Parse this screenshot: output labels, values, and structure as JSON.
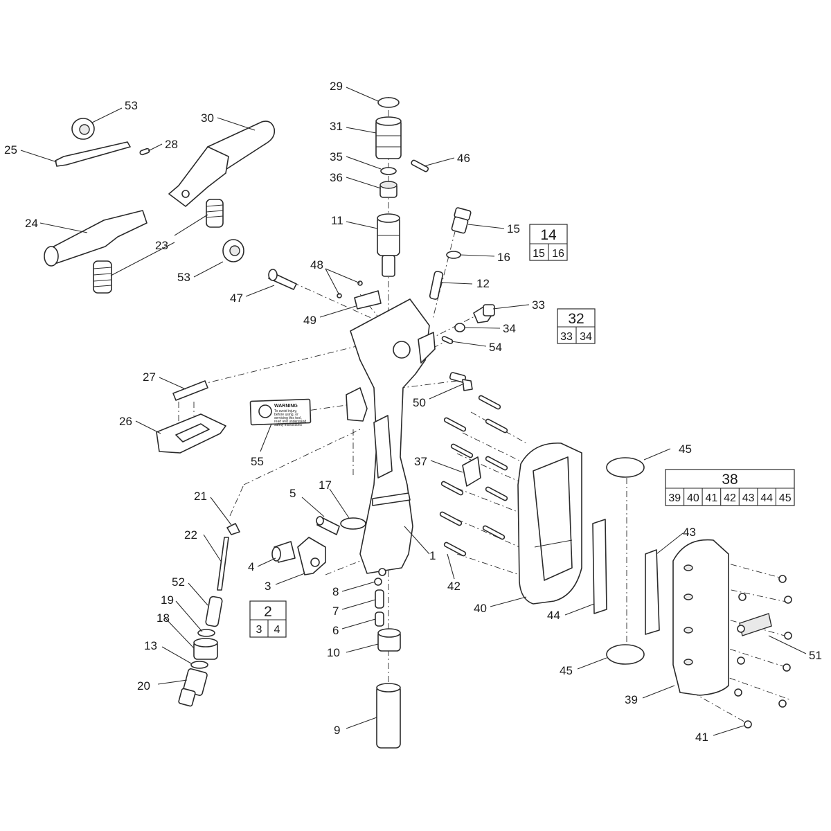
{
  "callouts": [
    {
      "id": "29",
      "label": "29"
    },
    {
      "id": "31",
      "label": "31"
    },
    {
      "id": "35",
      "label": "35"
    },
    {
      "id": "36",
      "label": "36"
    },
    {
      "id": "46",
      "label": "46"
    },
    {
      "id": "11",
      "label": "11"
    },
    {
      "id": "15",
      "label": "15"
    },
    {
      "id": "16",
      "label": "16"
    },
    {
      "id": "12",
      "label": "12"
    },
    {
      "id": "33",
      "label": "33"
    },
    {
      "id": "34",
      "label": "34"
    },
    {
      "id": "54",
      "label": "54"
    },
    {
      "id": "53a",
      "label": "53"
    },
    {
      "id": "30",
      "label": "30"
    },
    {
      "id": "28",
      "label": "28"
    },
    {
      "id": "25",
      "label": "25"
    },
    {
      "id": "24",
      "label": "24"
    },
    {
      "id": "23",
      "label": "23"
    },
    {
      "id": "53b",
      "label": "53"
    },
    {
      "id": "48",
      "label": "48"
    },
    {
      "id": "47",
      "label": "47"
    },
    {
      "id": "49",
      "label": "49"
    },
    {
      "id": "50",
      "label": "50"
    },
    {
      "id": "27",
      "label": "27"
    },
    {
      "id": "26",
      "label": "26"
    },
    {
      "id": "55",
      "label": "55"
    },
    {
      "id": "37",
      "label": "37"
    },
    {
      "id": "45a",
      "label": "45"
    },
    {
      "id": "21",
      "label": "21"
    },
    {
      "id": "5",
      "label": "5"
    },
    {
      "id": "17",
      "label": "17"
    },
    {
      "id": "22",
      "label": "22"
    },
    {
      "id": "4",
      "label": "4"
    },
    {
      "id": "3",
      "label": "3"
    },
    {
      "id": "1",
      "label": "1"
    },
    {
      "id": "42",
      "label": "42"
    },
    {
      "id": "52",
      "label": "52"
    },
    {
      "id": "8",
      "label": "8"
    },
    {
      "id": "7",
      "label": "7"
    },
    {
      "id": "6",
      "label": "6"
    },
    {
      "id": "19",
      "label": "19"
    },
    {
      "id": "18",
      "label": "18"
    },
    {
      "id": "13",
      "label": "13"
    },
    {
      "id": "10",
      "label": "10"
    },
    {
      "id": "20",
      "label": "20"
    },
    {
      "id": "9",
      "label": "9"
    },
    {
      "id": "40",
      "label": "40"
    },
    {
      "id": "44",
      "label": "44"
    },
    {
      "id": "43",
      "label": "43"
    },
    {
      "id": "51",
      "label": "51"
    },
    {
      "id": "45b",
      "label": "45"
    },
    {
      "id": "39",
      "label": "39"
    },
    {
      "id": "41",
      "label": "41"
    }
  ],
  "kits": [
    {
      "id": "kit14",
      "title": "14",
      "parts": [
        "15",
        "16"
      ]
    },
    {
      "id": "kit32",
      "title": "32",
      "parts": [
        "33",
        "34"
      ]
    },
    {
      "id": "kit2",
      "title": "2",
      "parts": [
        "3",
        "4"
      ]
    },
    {
      "id": "kit38",
      "title": "38",
      "parts": [
        "39",
        "40",
        "41",
        "42",
        "43",
        "44",
        "45"
      ]
    }
  ],
  "warning_label": {
    "heading": "WARNING",
    "lines": [
      "To avoid injury,",
      "before using, or",
      "servicing this tool,",
      "read and understand",
      "safety instructions"
    ]
  }
}
